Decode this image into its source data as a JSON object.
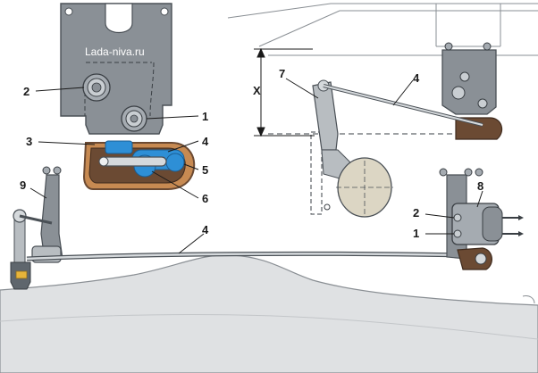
{
  "watermark": "Lada-niva.ru",
  "dimension_label": "X",
  "callouts": {
    "top_left": {
      "c1": "1",
      "c2": "2",
      "c3": "3",
      "c4": "4",
      "c5": "5",
      "c6": "6"
    },
    "top_right": {
      "c7": "7",
      "c4": "4"
    },
    "bottom": {
      "c9": "9",
      "c4": "4",
      "c8": "8",
      "c2": "2",
      "c1": "1"
    }
  },
  "colors": {
    "bracket": "#8a9096",
    "bracket_dark": "#5f666d",
    "sensor_blue": "#2e8fd6",
    "bushing_brown": "#6b4a33",
    "bushing_orange": "#c78a52",
    "body_fill": "#dfe1e3",
    "line": "#2a2a2a"
  }
}
